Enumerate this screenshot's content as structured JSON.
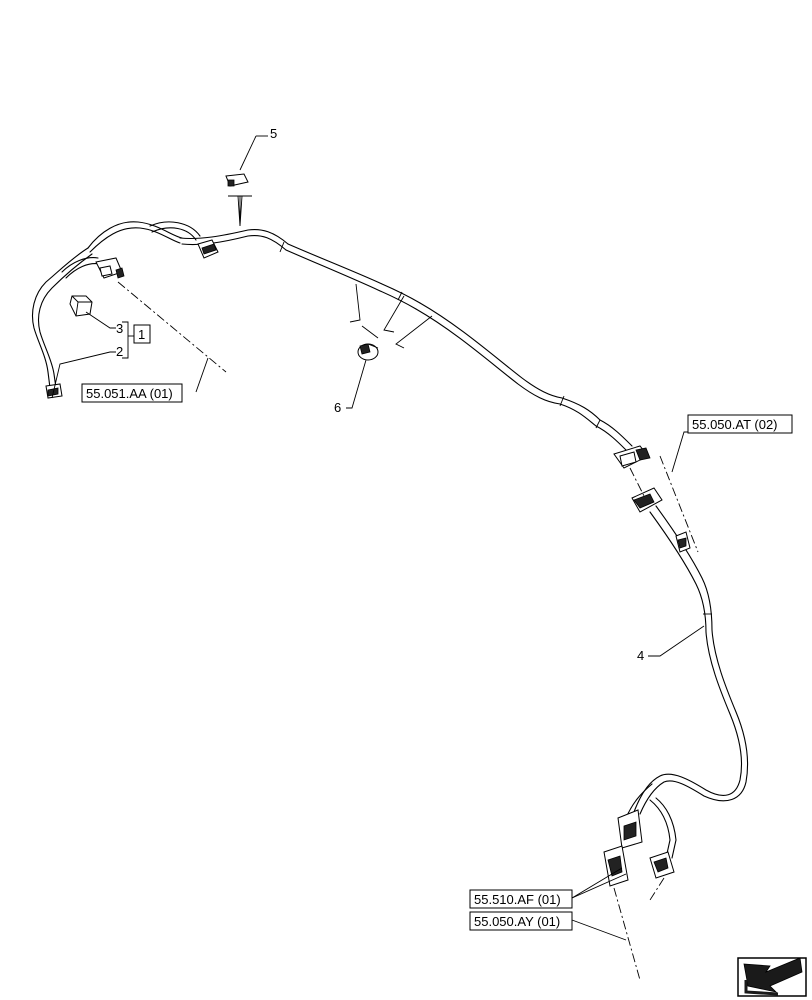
{
  "callouts": {
    "item_5": "5",
    "item_6": "6",
    "item_4": "4",
    "item_3": "3",
    "item_2": "2",
    "item_1": "1"
  },
  "references": {
    "ref_55_051_AA": "55.051.AA (01)",
    "ref_55_050_AT": "55.050.AT (02)",
    "ref_55_510_AF": "55.510.AF (01)",
    "ref_55_050_AY": "55.050.AY (01)"
  },
  "icons": {
    "navigation": "arrow-back-icon"
  },
  "colors": {
    "line": "#000000",
    "background": "#ffffff",
    "icon_fill": "#1a1a1a"
  }
}
